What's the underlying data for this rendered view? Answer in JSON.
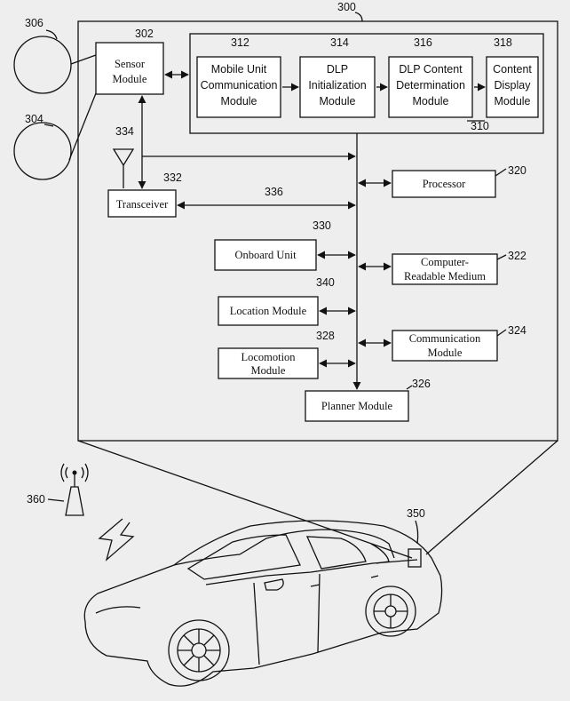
{
  "ref_numbers": {
    "system": "300",
    "sensor_module": "302",
    "sensor_a": "306",
    "sensor_b": "304",
    "antenna": "334",
    "transceiver": "332",
    "link_336": "336",
    "memory_group": "310",
    "mobile_unit_comm": "312",
    "dlp_init": "314",
    "dlp_content": "316",
    "content_display": "318",
    "processor": "320",
    "onboard_unit": "330",
    "crm": "322",
    "location": "340",
    "locomotion": "328",
    "communication": "324",
    "planner": "326",
    "vehicle": "350",
    "tower": "360"
  },
  "modules": {
    "sensor": [
      "Sensor",
      "Module"
    ],
    "mobile_unit_comm": [
      "Mobile Unit",
      "Communication",
      "Module"
    ],
    "dlp_init": [
      "DLP",
      "Initialization",
      "Module"
    ],
    "dlp_content": [
      "DLP Content",
      "Determination",
      "Module"
    ],
    "content_display": [
      "Content",
      "Display",
      "Module"
    ],
    "processor": "Processor",
    "transceiver": "Transceiver",
    "onboard_unit": "Onboard Unit",
    "crm": [
      "Computer-",
      "Readable Medium"
    ],
    "location": "Location Module",
    "communication": [
      "Communication",
      "Module"
    ],
    "locomotion": [
      "Locomotion",
      "Module"
    ],
    "planner": "Planner Module"
  }
}
